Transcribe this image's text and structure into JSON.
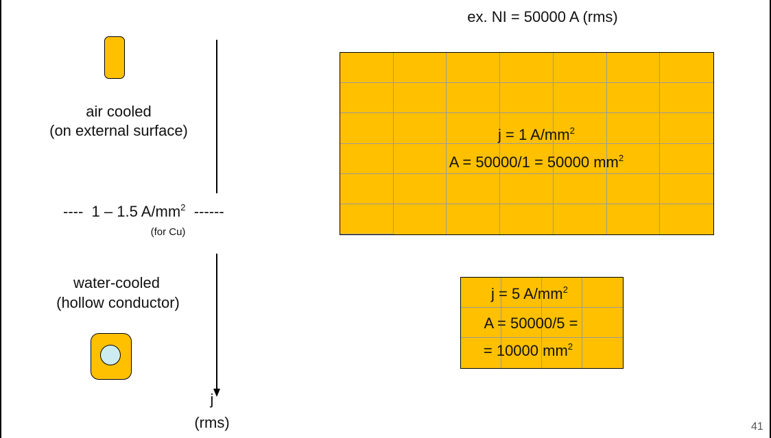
{
  "example_title": "ex. NI = 50000 A (rms)",
  "left": {
    "air_cooled": "air cooled",
    "air_cooled_note": "(on external surface)",
    "range_dashes_left": "----",
    "range_value": "1 – 1.5 A/mm",
    "range_sup": "2",
    "range_dashes_right": "------",
    "range_note": "(for Cu)",
    "water_cooled": "water-cooled",
    "water_cooled_note": "(hollow conductor)",
    "axis_label": "j",
    "axis_unit": "(rms)"
  },
  "large_block": {
    "j_text": "j = 1 A/mm",
    "j_sup": "2",
    "area_text": "A = 50000/1 = 50000 mm",
    "area_sup": "2"
  },
  "small_block": {
    "j_text": "j = 5 A/mm",
    "j_sup": "2",
    "area_line1": "A = 50000/5 =",
    "area_line2": "= 10000 mm",
    "area_sup": "2"
  },
  "page_number": "41",
  "colors": {
    "copper": "#FFC000",
    "water": "#CCECF2",
    "grid_line": "#9a9a9a"
  }
}
